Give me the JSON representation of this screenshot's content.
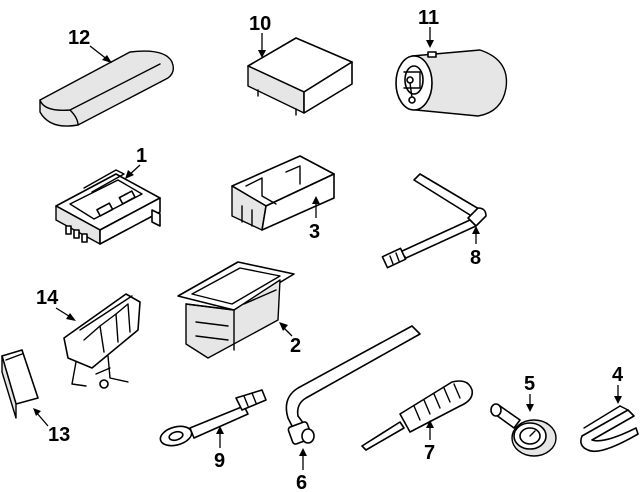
{
  "callouts": {
    "c1": "1",
    "c2": "2",
    "c3": "3",
    "c4": "4",
    "c5": "5",
    "c6": "6",
    "c7": "7",
    "c8": "8",
    "c9": "9",
    "c10": "10",
    "c11": "11",
    "c12": "12",
    "c13": "13",
    "c14": "14"
  },
  "colors": {
    "ink": "#000000",
    "background": "#ffffff",
    "shade": "#e6e6e6"
  }
}
